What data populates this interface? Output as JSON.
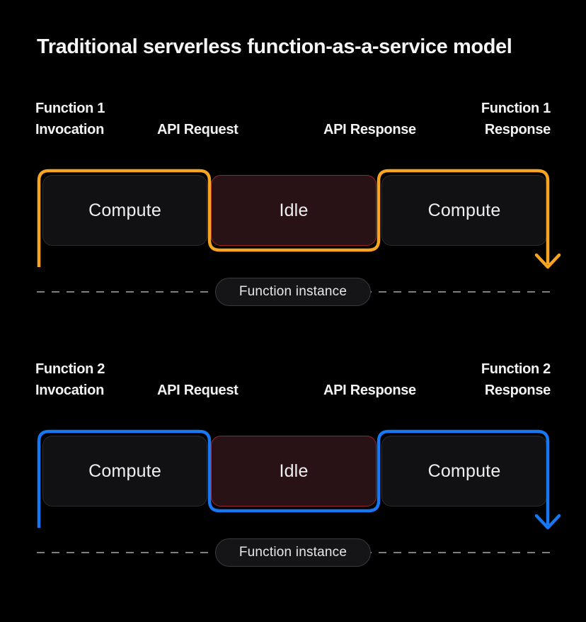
{
  "title": "Traditional serverless function-as-a-service model",
  "colors": {
    "background": "#000000",
    "function1_accent": "#F7A420",
    "function2_accent": "#1877F2",
    "idle_border": "#9B2529",
    "idle_background": "#281216",
    "compute_background": "#111113",
    "compute_border": "#2C2C2E",
    "dash_line": "#7F7F7F"
  },
  "sections": [
    {
      "id": "function-1",
      "accent": "#F7A420",
      "labels": {
        "invocation_line1": "Function 1",
        "invocation_line2": "Invocation",
        "api_request": "API Request",
        "api_response": "API Response",
        "response_line1": "Function 1",
        "response_line2": "Response"
      },
      "boxes": [
        {
          "label": "Compute",
          "type": "compute"
        },
        {
          "label": "Idle",
          "type": "idle"
        },
        {
          "label": "Compute",
          "type": "compute"
        }
      ],
      "instance_label": "Function instance"
    },
    {
      "id": "function-2",
      "accent": "#1877F2",
      "labels": {
        "invocation_line1": "Function 2",
        "invocation_line2": "Invocation",
        "api_request": "API Request",
        "api_response": "API Response",
        "response_line1": "Function 2",
        "response_line2": "Response"
      },
      "boxes": [
        {
          "label": "Compute",
          "type": "compute"
        },
        {
          "label": "Idle",
          "type": "idle"
        },
        {
          "label": "Compute",
          "type": "compute"
        }
      ],
      "instance_label": "Function instance"
    }
  ]
}
